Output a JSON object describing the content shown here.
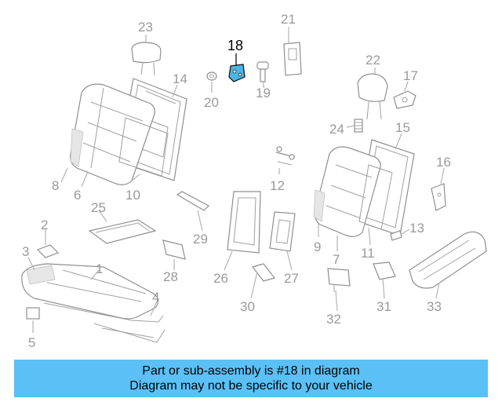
{
  "diagram": {
    "callouts": [
      "1",
      "2",
      "3",
      "4",
      "5",
      "6",
      "7",
      "8",
      "9",
      "10",
      "11",
      "12",
      "13",
      "14",
      "15",
      "16",
      "17",
      "18",
      "19",
      "20",
      "21",
      "22",
      "23",
      "24",
      "25",
      "26",
      "27",
      "28",
      "29",
      "30",
      "31",
      "32",
      "33"
    ],
    "highlighted": "18",
    "colors": {
      "highlight": "#4ab6e6",
      "callout": "#9a9a9a",
      "parts": "#8f8f8f",
      "banner": "#5bc0f5"
    }
  },
  "banner": {
    "line1": "Part or sub-assembly is #18 in diagram",
    "line2": "Diagram may not be specific to your vehicle"
  }
}
